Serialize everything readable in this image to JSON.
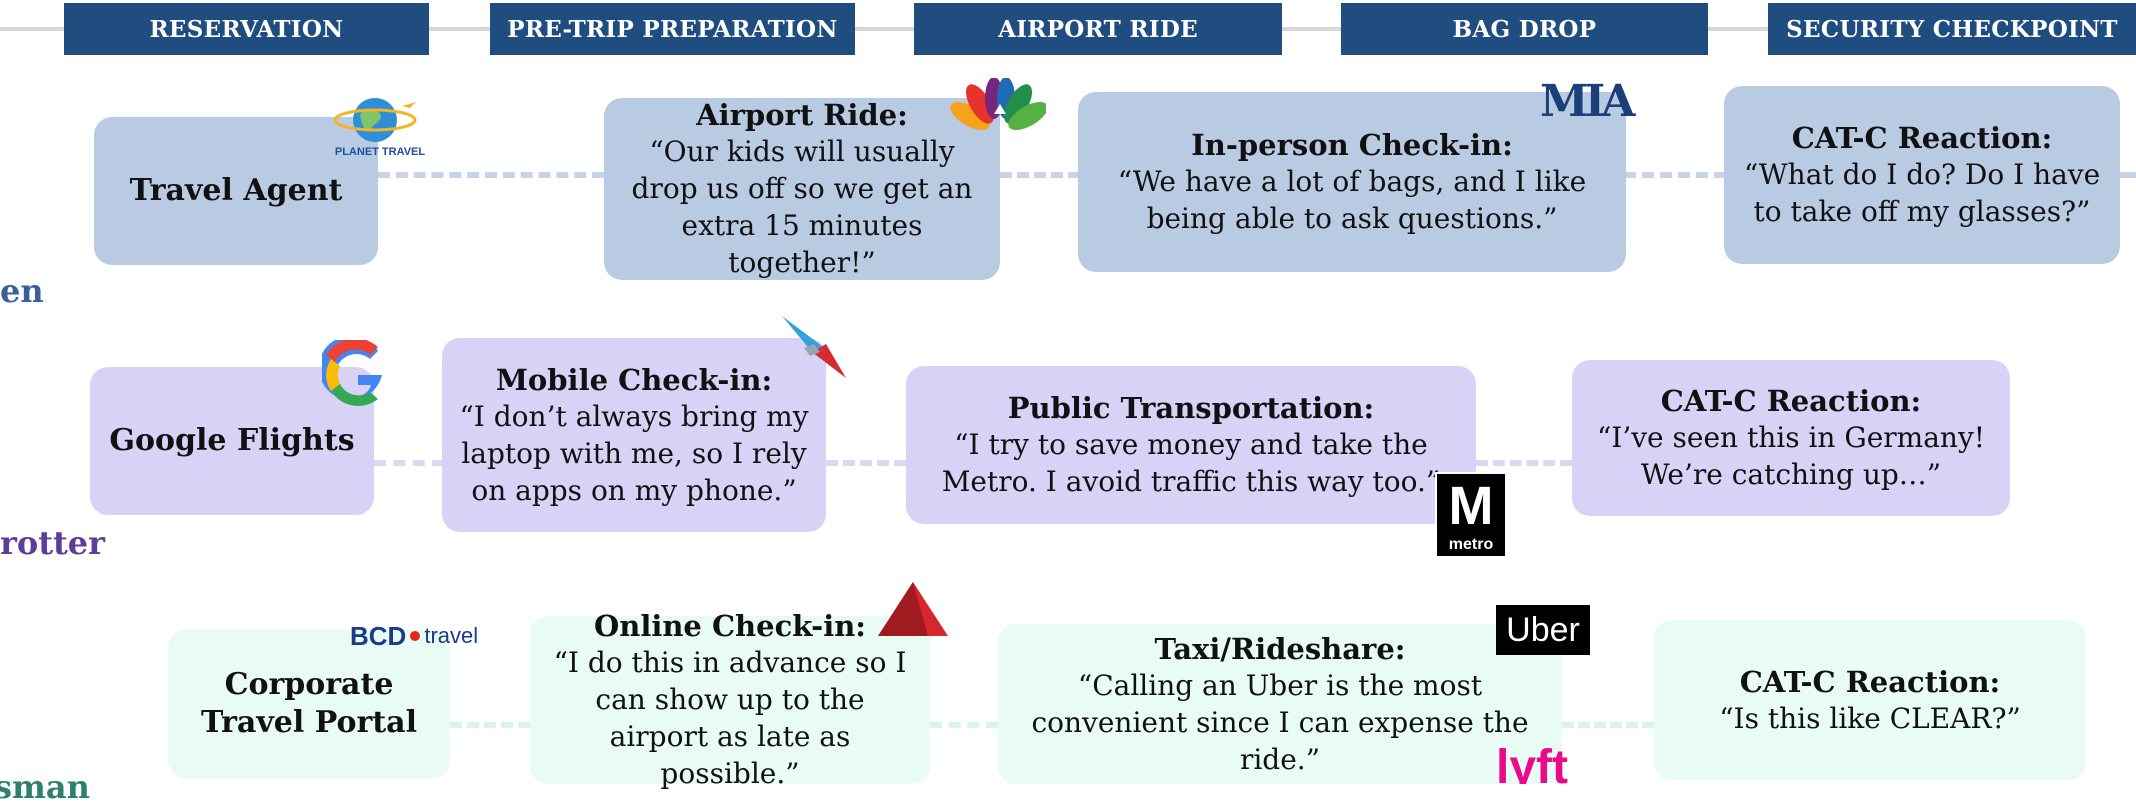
{
  "stages": [
    "RESERVATION",
    "PRE-TRIP PREPARATION",
    "AIRPORT RIDE",
    "BAG DROP",
    "SECURITY CHECKPOINT"
  ],
  "personas": [
    {
      "label": "en",
      "color": "#3a5f9c"
    },
    {
      "label": "rotter",
      "color": "#5b3d9c"
    },
    {
      "label": "sman",
      "color": "#2d7f6f"
    }
  ],
  "rows": [
    {
      "cards": [
        {
          "title": "Travel Agent",
          "quote": ""
        },
        {
          "title": "Airport Ride:",
          "quote": "“Our kids will usually drop us off so we get an extra 15 minutes together!”"
        },
        {
          "title": "In-person Check-in:",
          "quote": "“We have a lot of bags, and I like being able to ask questions.”"
        },
        {
          "title": "CAT-C Reaction:",
          "quote": "“What do I do? Do I have to take off my glasses?”"
        }
      ]
    },
    {
      "cards": [
        {
          "title": "Google Flights",
          "quote": ""
        },
        {
          "title": "Mobile Check-in:",
          "quote": "“I don’t always bring my laptop with me, so I rely on apps on my phone.”"
        },
        {
          "title": "Public Transportation:",
          "quote": "“I try to save money and take the Metro. I avoid traffic this way too.”"
        },
        {
          "title": "CAT-C Reaction:",
          "quote": "“I’ve seen this in Germany! We’re catching up…”"
        }
      ]
    },
    {
      "cards": [
        {
          "title": "Corporate Travel Portal",
          "quote": ""
        },
        {
          "title": "Online Check-in:",
          "quote": "“I do this in advance so I can show up to the airport as late as possible.”"
        },
        {
          "title": "Taxi/Rideshare:",
          "quote": "“Calling an Uber is the most convenient since I can expense the ride.”"
        },
        {
          "title": "CAT-C Reaction:",
          "quote": "“Is this like CLEAR?”"
        }
      ]
    }
  ],
  "logos": {
    "planet_travel": "PLANET TRAVEL",
    "metro_mark": "M",
    "metro_word": "metro",
    "uber": "Uber",
    "lyft": "lyft",
    "bcd_a": "BCD",
    "bcd_b": "travel",
    "mia": "MIA"
  },
  "colors": {
    "stage": "#1f4d80",
    "row1": "#b8cbe3",
    "row2": "#d7d2f6",
    "row3": "#e8fbf4"
  }
}
